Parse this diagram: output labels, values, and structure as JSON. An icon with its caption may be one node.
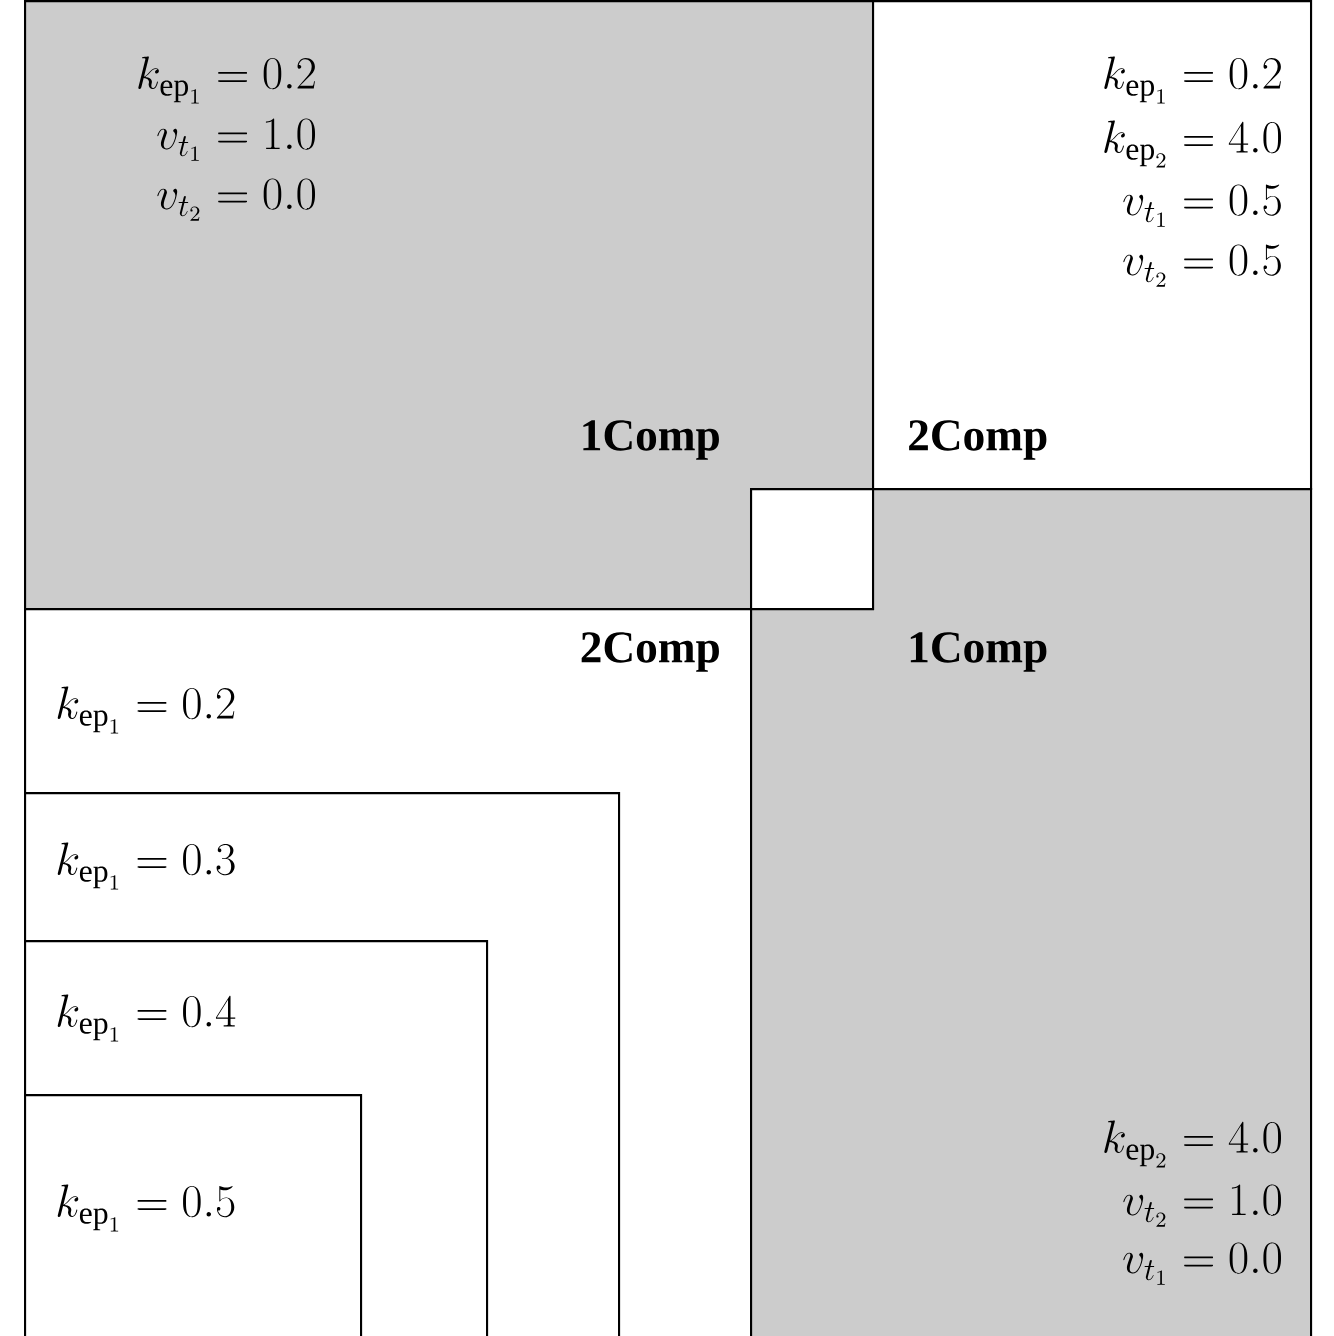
{
  "diagram": {
    "nodes": [
      {
        "text": [
          "k_{\\mathrm{ep}_1} = 0.2",
          "v_{t_1} = 1.0",
          "v_{t_2} = 0.0",
          "1Comp"
        ]
      },
      {
        "text": [
          "k_{\\mathrm{ep}_1} = 0.2",
          "k_{\\mathrm{ep}_2} = 4.0",
          "v_{t_1} = 0.5",
          "v_{t_2} = 0.5",
          "2Comp"
        ]
      },
      {
        "text": [],
        "shape": "box"
      },
      {
        "text": [
          "1Comp",
          "k_{\\mathrm{ep}_2} = 4.0",
          "v_{t_2} = 1.0",
          "v_{t_1} = 0.0"
        ]
      },
      {
        "text": [
          "2Comp",
          "k_{\\mathrm{ep}_1} = 0.2"
        ]
      },
      {
        "text": [
          "k_{\\mathrm{ep}_1} = 0.3"
        ],
        "in": 4
      },
      {
        "text": [
          "k_{\\mathrm{ep}_1} = 0.4"
        ],
        "in": 5
      },
      {
        "text": [
          "k_{\\mathrm{ep}_1} = 0.5"
        ],
        "in": 6
      }
    ]
  }
}
